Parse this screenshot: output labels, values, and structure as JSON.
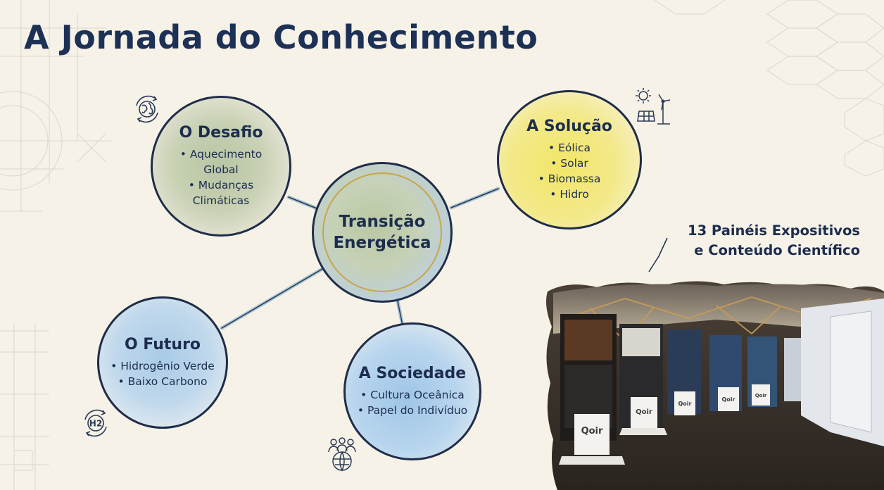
{
  "title": "A Jornada do Conhecimento",
  "nodes": {
    "desafio": {
      "title": "O Desafio",
      "items": [
        "Aquecimento",
        "Global",
        "Mudanças",
        "Climáticas"
      ]
    },
    "solucao": {
      "title": "A Solução",
      "items": [
        "Eólica",
        "Solar",
        "Biomassa",
        "Hidro"
      ]
    },
    "centro": {
      "title_line1": "Transição",
      "title_line2": "Energética"
    },
    "futuro": {
      "title": "O Futuro",
      "items": [
        "Hidrogênio Verde",
        "Baixo Carbono"
      ]
    },
    "sociedade": {
      "title": "A Sociedade",
      "items": [
        "Cultura Oceânica",
        "Papel do Indivíduo"
      ]
    }
  },
  "icons": {
    "desafio": "globe-cycle-icon",
    "solucao": "sun-solar-wind-icon",
    "futuro": "h2-cycle-icon",
    "sociedade": "people-globe-icon",
    "h2_label": "H2"
  },
  "caption": {
    "line1": "13 Painéis Expositivos",
    "line2": "e Conteúdo Científico"
  },
  "exhibit": {
    "brand": "Qoir"
  },
  "colors": {
    "navy": "#1d3157",
    "challenge_green": "#c8d1b3",
    "solution_yellow": "#f3e98a",
    "future_blue": "#c0d8ec",
    "gold_ring": "#c9a54a"
  }
}
